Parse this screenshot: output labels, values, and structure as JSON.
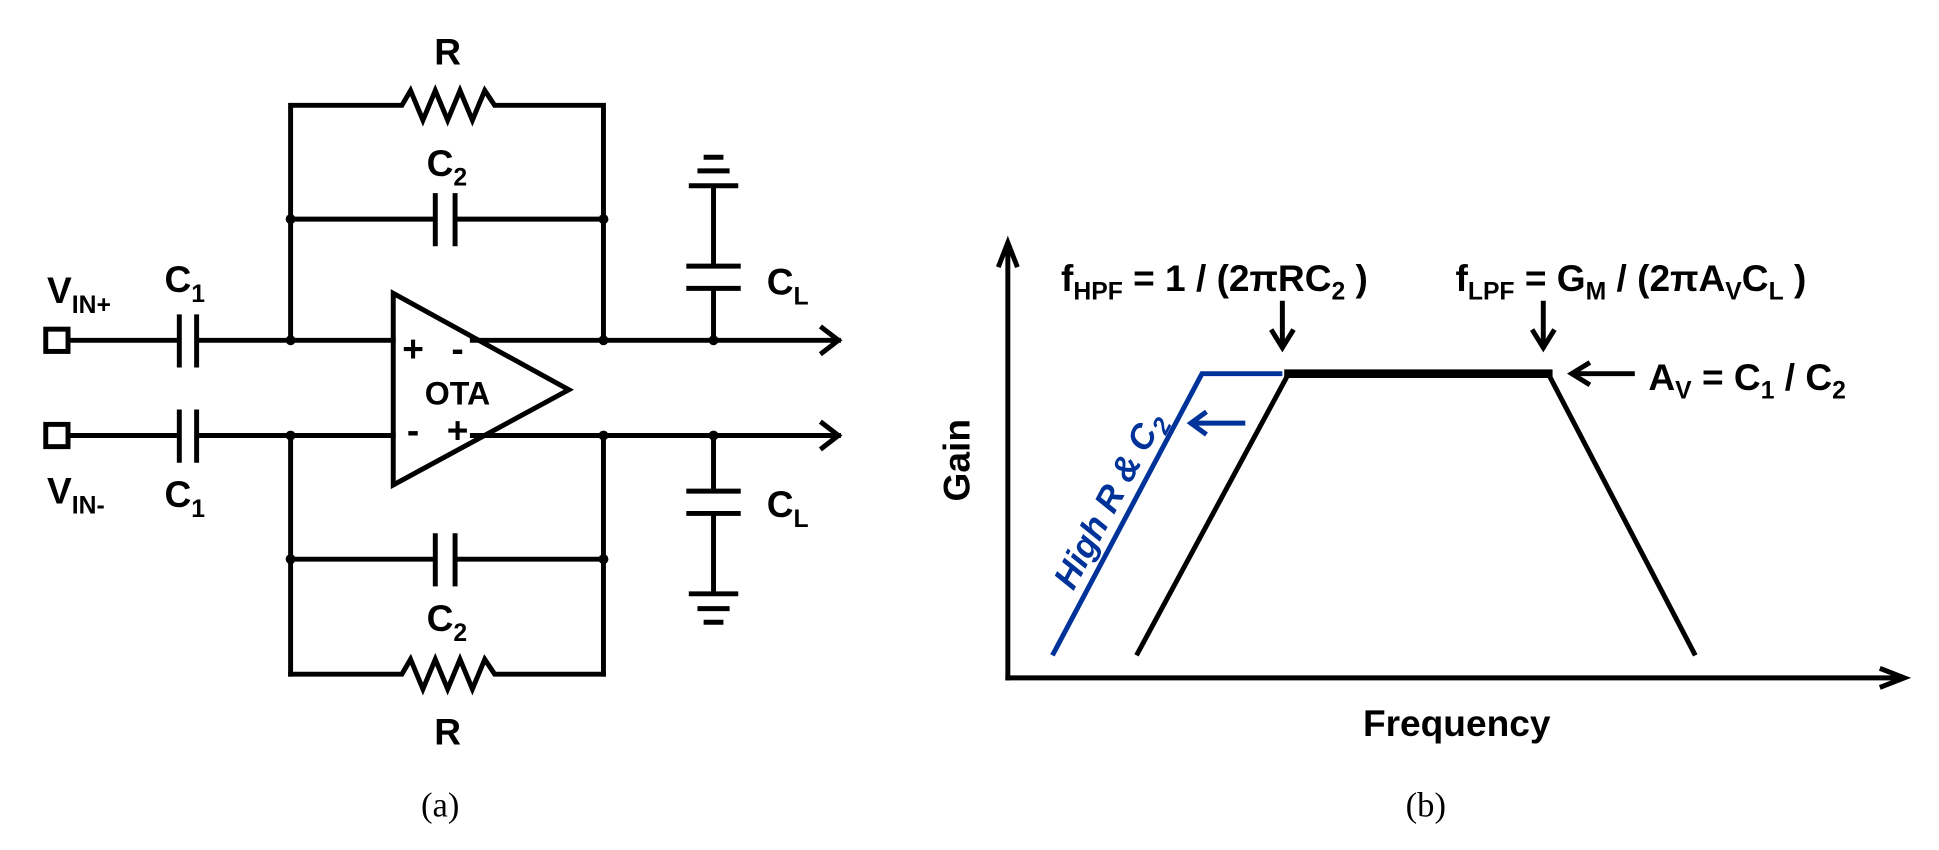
{
  "circuit": {
    "caption": "(a)",
    "resistor_top": "R",
    "resistor_bottom": "R",
    "cap_feedback_top": {
      "main": "C",
      "sub": "2"
    },
    "cap_feedback_bottom": {
      "main": "C",
      "sub": "2"
    },
    "input_pos": {
      "main": "V",
      "sub": "IN+"
    },
    "input_neg": {
      "main": "V",
      "sub": "IN-"
    },
    "cap_in_top": {
      "main": "C",
      "sub": "1"
    },
    "cap_in_bottom": {
      "main": "C",
      "sub": "1"
    },
    "load_top": {
      "main": "C",
      "sub": "L"
    },
    "load_bottom": {
      "main": "C",
      "sub": "L"
    },
    "amp_label": "OTA",
    "amp_top_plus": "+",
    "amp_top_minus": "-",
    "amp_bot_minus": "-",
    "amp_bot_plus": "+"
  },
  "response": {
    "caption": "(b)",
    "ylabel": "Gain",
    "xlabel": "Frequency",
    "hpf": {
      "f": "f",
      "sub": "HPF",
      "rest": " = 1 / (2πRC",
      "sub2": "2",
      "end": " )"
    },
    "lpf": {
      "f": "f",
      "sub": "LPF",
      "rest1": " = G",
      "sub1": "M",
      "rest2": " / (2πA",
      "sub2": "V",
      "rest3": "C",
      "sub3": "L",
      "end": " )"
    },
    "gain": {
      "a": "A",
      "sub": "V",
      "rest1": " = C",
      "sub1": "1",
      "rest2": " / C",
      "sub2": "2"
    },
    "shift_label": {
      "text": "High R & C",
      "sub": "2"
    },
    "colors": {
      "baseline": "#000000",
      "shifted": "#003399"
    }
  }
}
